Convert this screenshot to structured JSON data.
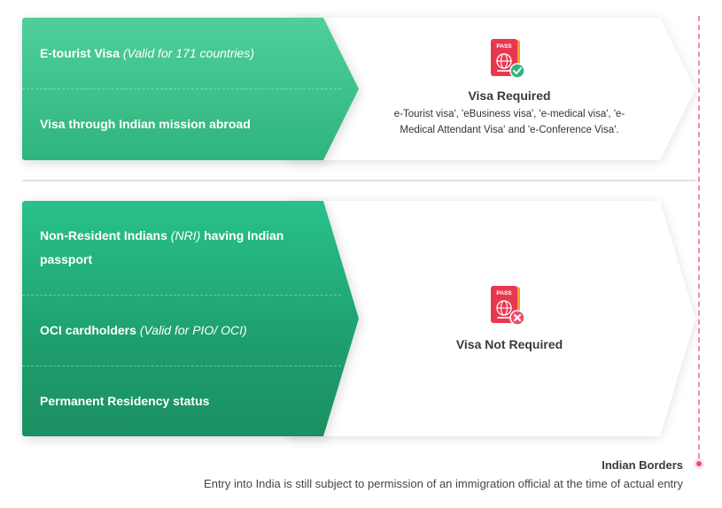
{
  "card1": {
    "rows": [
      {
        "bold": "E-tourist Visa",
        "italic": "(Valid for 171 countries)"
      },
      {
        "bold": "Visa through Indian mission abroad",
        "italic": ""
      }
    ],
    "status_title": "Visa Required",
    "status_desc_line1": "e-Tourist visa', 'eBusiness visa', 'e-medical visa', 'e-",
    "status_desc_line2": "Medical Attendant Visa' and 'e-Conference Visa'.",
    "icon": "passport-check-icon"
  },
  "card2": {
    "rows": [
      {
        "bold1": "Non-Resident Indians",
        "italic": "(NRI)",
        "bold2": "having Indian",
        "line2": "passport"
      },
      {
        "bold": "OCI cardholders",
        "italic": "(Valid for PIO/ OCI)"
      },
      {
        "bold": "Permanent Residency status",
        "italic": ""
      }
    ],
    "status_title": "Visa Not Required",
    "icon": "passport-cross-icon"
  },
  "passport_label": "PASS",
  "border": {
    "label": "Indian Borders",
    "footnote": "Entry into India is still subject to permission of an immigration official at the time of actual entry"
  },
  "colors": {
    "green_light": "#4fcf99",
    "green_dark": "#1b8f62",
    "passport_red": "#e8384f",
    "check_green": "#2fb47e",
    "cross_pink": "#ef4d6a",
    "border_pink": "#f08ca0"
  }
}
